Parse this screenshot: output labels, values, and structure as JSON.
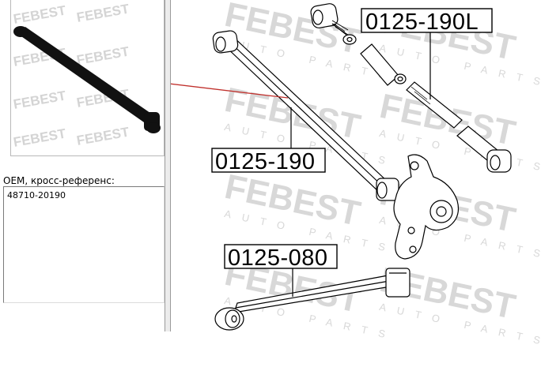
{
  "app": {
    "brand": "FEBEST",
    "brand_sub": "AUTO PARTS"
  },
  "left_panel": {
    "oem_label": "OEM, кросс-референс:",
    "oem_numbers": [
      "48710-20190"
    ]
  },
  "diagram": {
    "part_labels": {
      "main_arm": "0125-190",
      "left_arm": "0125-190L",
      "lower_arm": "0125-080"
    }
  },
  "colors": {
    "leader_line": "#c0302c",
    "watermark": "#d2d2d2",
    "background": "#ffffff",
    "drawing": "#000000"
  }
}
